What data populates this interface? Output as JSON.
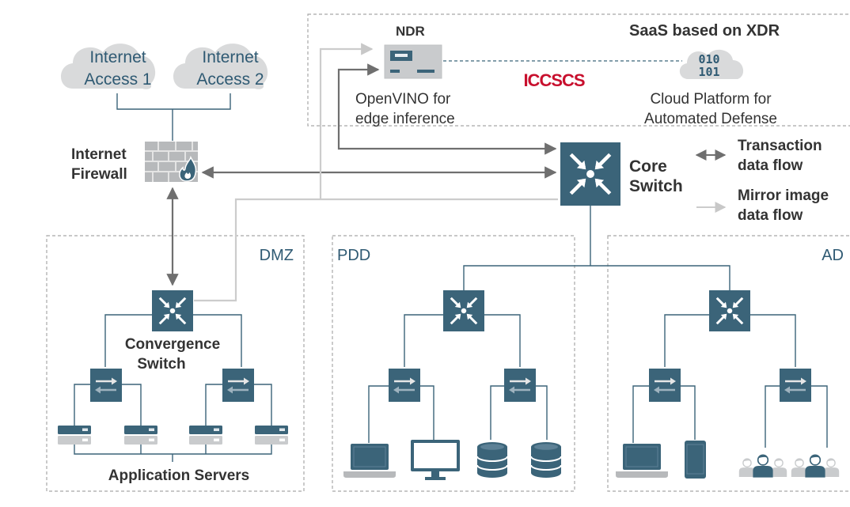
{
  "colors": {
    "node": "#3b6479",
    "node_light": "#e8eef2",
    "transaction_flow": "#6f6f6f",
    "mirror_flow": "#cccccc",
    "region_border": "#a8a8a8",
    "cloud": "#d9dadb",
    "logo": "#c8102e",
    "device_gray": "#b7b9bb"
  },
  "internet": {
    "access1": [
      "Internet",
      "Access 1"
    ],
    "access2": [
      "Internet",
      "Access 2"
    ]
  },
  "firewall": {
    "label": [
      "Internet",
      "Firewall"
    ],
    "icon": "firewall-icon"
  },
  "top_panel": {
    "ndr_title": "NDR",
    "openvino": [
      "OpenVINO for",
      "edge inference"
    ],
    "logo": "ICCSCS",
    "saas_title": "SaaS based on XDR",
    "binary": [
      "010",
      "101"
    ],
    "cloud_platform": [
      "Cloud Platform for",
      "Automated Defense"
    ]
  },
  "core_switch": {
    "label": [
      "Core",
      "Switch"
    ]
  },
  "legend": {
    "transaction": [
      "Transaction",
      "data flow"
    ],
    "mirror": [
      "Mirror image",
      "data flow"
    ]
  },
  "regions": {
    "dmz": {
      "name": "DMZ",
      "convergence": [
        "Convergence",
        "Switch"
      ],
      "servers_label": "Application Servers"
    },
    "pdd": {
      "name": "PDD"
    },
    "ad": {
      "name": "AD"
    }
  }
}
